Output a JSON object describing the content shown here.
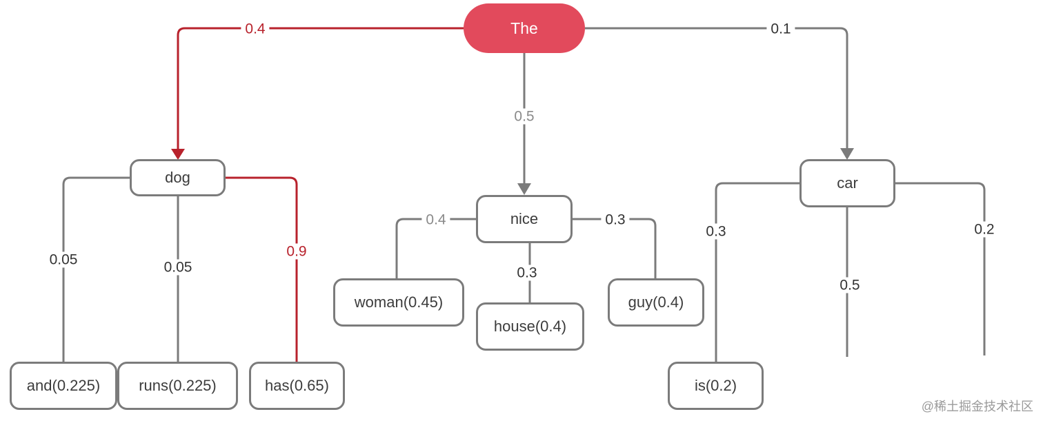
{
  "colors": {
    "root_fill": "#e24a5c",
    "selected_path": "#b8222c",
    "default_edge": "#7b7b7b"
  },
  "nodes": {
    "the": "The",
    "dog": "dog",
    "nice": "nice",
    "car": "car",
    "and": "and(0.225)",
    "runs": "runs(0.225)",
    "has": "has(0.65)",
    "woman": "woman(0.45)",
    "house": "house(0.4)",
    "guy": "guy(0.4)",
    "is": "is(0.2)"
  },
  "edges": {
    "the_dog": "0.4",
    "the_nice": "0.5",
    "the_car": "0.1",
    "dog_and": "0.05",
    "dog_runs": "0.05",
    "dog_has": "0.9",
    "nice_woman": "0.4",
    "nice_house": "0.3",
    "nice_guy": "0.3",
    "car_is": "0.3",
    "car_mid": "0.5",
    "car_right": "0.2"
  },
  "watermark": "@稀土掘金技术社区"
}
